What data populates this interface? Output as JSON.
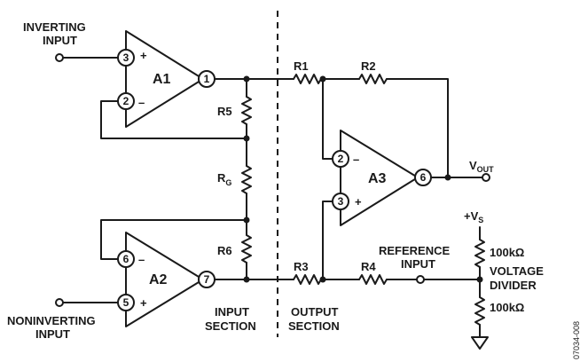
{
  "labels": {
    "inverting_input": [
      "INVERTING",
      "INPUT"
    ],
    "noninverting_input": [
      "NONINVERTING",
      "INPUT"
    ],
    "input_section": [
      "INPUT",
      "SECTION"
    ],
    "output_section": [
      "OUTPUT",
      "SECTION"
    ],
    "reference_input": [
      "REFERENCE",
      "INPUT"
    ],
    "voltage_divider": [
      "VOLTAGE",
      "DIVIDER"
    ],
    "vout_main": "V",
    "vout_sub": "OUT",
    "vs_main": "+V",
    "vs_sub": "S",
    "figure_code": "07034-008"
  },
  "amplifiers": {
    "a1": {
      "name": "A1",
      "noninv_pin": "3",
      "inv_pin": "2",
      "out_pin": "1"
    },
    "a2": {
      "name": "A2",
      "fb_pin": "6",
      "in_pin": "5",
      "out_pin": "7"
    },
    "a3": {
      "name": "A3",
      "inv_pin": "2",
      "noninv_pin": "3",
      "out_pin": "6"
    }
  },
  "resistors": {
    "r1": "R1",
    "r2": "R2",
    "r3": "R3",
    "r4": "R4",
    "r5": "R5",
    "r6": "R6",
    "rg_main": "R",
    "rg_sub": "G",
    "div_top": "100kΩ",
    "div_bottom": "100kΩ"
  },
  "signs": {
    "plus": "+",
    "minus": "–"
  }
}
